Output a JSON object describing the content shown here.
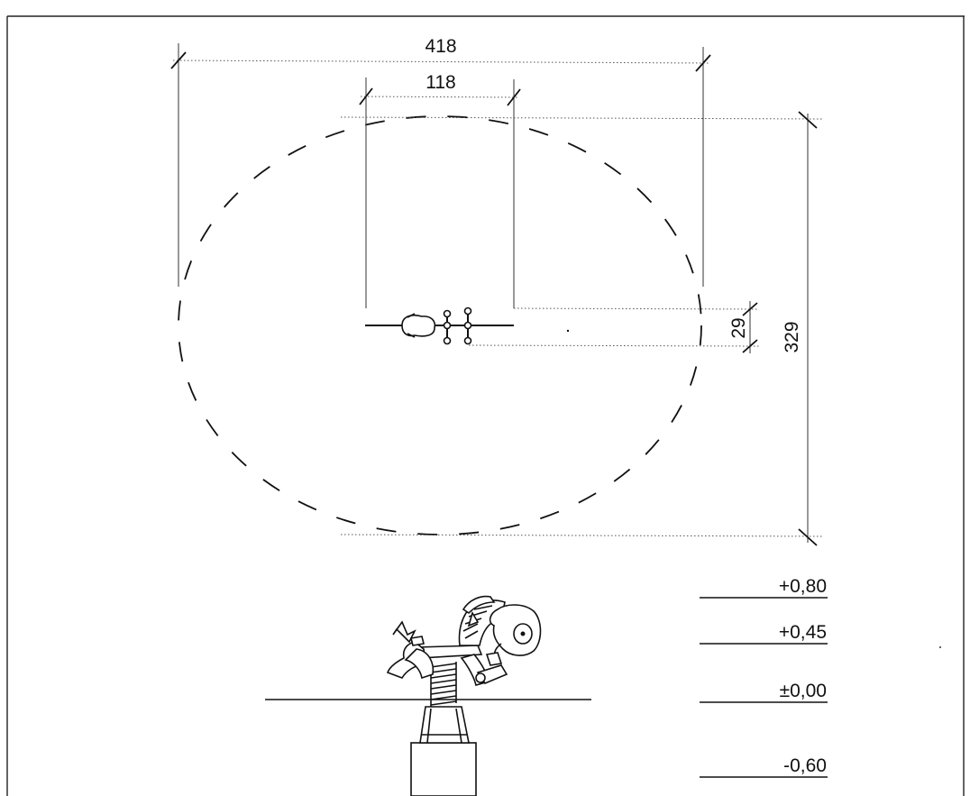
{
  "dimensions": {
    "width_total": "418",
    "width_seat": "118",
    "height_total": "329",
    "depth_seat": "29"
  },
  "levels": [
    "+0,80",
    "+0,45",
    "±0,00",
    "-0,60"
  ],
  "icons": {
    "plan_view": "spring-rider-top-view-icon",
    "elevation_view": "zebra-spring-rider-icon"
  }
}
